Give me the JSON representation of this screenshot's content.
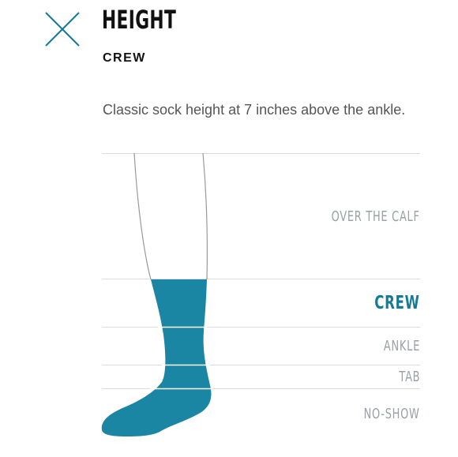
{
  "header": {
    "title": "HEIGHT",
    "subtitle": "CREW",
    "close_icon": "close-x-icon"
  },
  "description": "Classic sock height at 7 inches above the ankle.",
  "colors": {
    "accent": "#157a95",
    "sock_fill": "#1a86a3",
    "divider": "#dcdcdc",
    "inactive_label": "#9aa0a6",
    "text_dark": "#111111",
    "text_body": "#555555"
  },
  "height_options": [
    {
      "label": "OVER THE CALF",
      "selected": false
    },
    {
      "label": "CREW",
      "selected": true
    },
    {
      "label": "ANKLE",
      "selected": false
    },
    {
      "label": "TAB",
      "selected": false
    },
    {
      "label": "NO-SHOW",
      "selected": false
    }
  ]
}
